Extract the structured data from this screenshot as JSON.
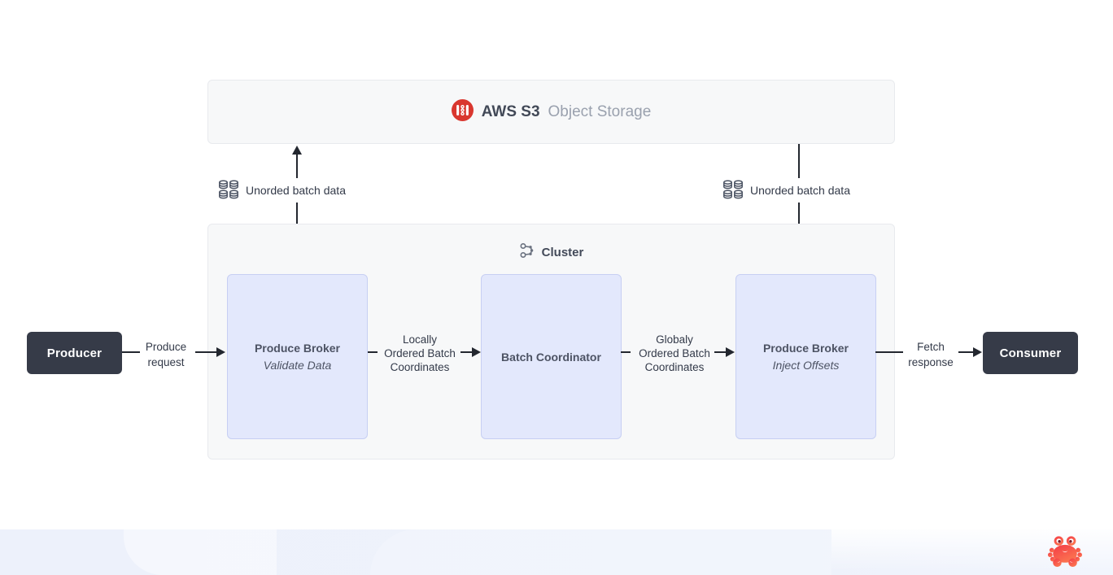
{
  "colors": {
    "accent-red": "#d9372f",
    "node-dark": "#363b48",
    "node-light-fill": "#e3e8fc",
    "node-light-border": "#c7cff3",
    "panel-fill": "#f7f8f9",
    "panel-border": "#e8eaee",
    "arrow": "#23272f",
    "text-dark": "#3c4353",
    "text-muted": "#9aa1ae",
    "band-fill": "#edf1fb",
    "crab-red": "#f43b47",
    "crab-orange": "#fb7550"
  },
  "s3": {
    "name_bold": "AWS S3",
    "name_rest": "Object Storage"
  },
  "cluster": {
    "title": "Cluster"
  },
  "nodes": {
    "producer": {
      "label": "Producer"
    },
    "consumer": {
      "label": "Consumer"
    },
    "broker_validate": {
      "title": "Produce Broker",
      "subtitle": "Validate Data"
    },
    "coordinator": {
      "title": "Batch Coordinator"
    },
    "broker_inject": {
      "title": "Produce Broker",
      "subtitle": "Inject Offsets"
    }
  },
  "edges": {
    "produce_request": {
      "lines": [
        "Produce",
        "request"
      ]
    },
    "locally_ordered": {
      "lines": [
        "Locally",
        "Ordered Batch",
        "Coordinates"
      ]
    },
    "globaly_ordered": {
      "lines": [
        "Globaly",
        "Ordered Batch",
        "Coordinates"
      ]
    },
    "fetch_response": {
      "lines": [
        "Fetch",
        "response"
      ]
    },
    "unorded_left": {
      "label": "Unorded batch data"
    },
    "unorded_right": {
      "label": "Unorded batch data"
    }
  }
}
